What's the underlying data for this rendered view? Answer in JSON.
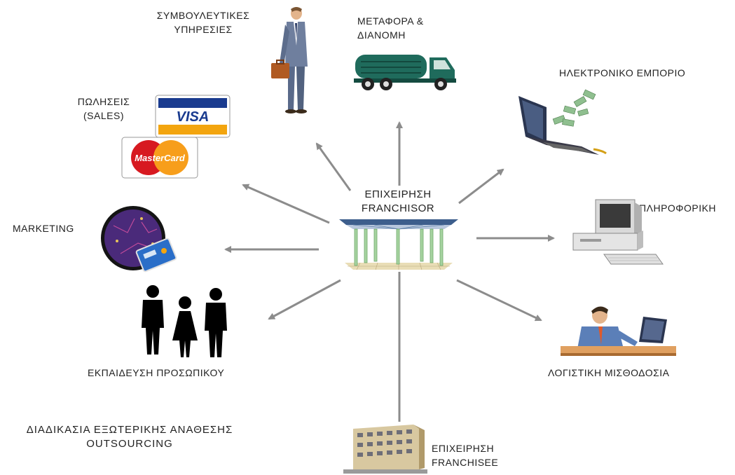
{
  "center": {
    "line1": "ΕΠΙΧΕΙΡΗΣΗ",
    "line2": "FRANCHISOR"
  },
  "nodes": {
    "consulting": {
      "line1": "ΣΥΜΒΟΥΛΕΥΤΙΚΕΣ",
      "line2": "ΥΠΗΡΕΣΙΕΣ"
    },
    "transport": {
      "line1": "ΜΕΤΑΦΟΡΑ &",
      "line2": "ΔΙΑΝΟΜΗ"
    },
    "ecommerce": {
      "label": "ΗΛΕΚΤΡΟΝΙΚΟ ΕΜΠΟΡΙΟ"
    },
    "sales": {
      "line1": "ΠΩΛΗΣΕΙΣ",
      "line2": "(SALES)"
    },
    "it": {
      "label": "ΠΛΗΡΟΦΟΡΙΚΗ"
    },
    "marketing": {
      "label": "MARKETING"
    },
    "training": {
      "label": "ΕΚΠΑΙΔΕΥΣΗ ΠΡΟΣΩΠΙΚΟΥ"
    },
    "payroll": {
      "label": "ΛΟΓΙΣΤΙΚΗ ΜΙΣΘΟΔΟΣΙΑ"
    },
    "franchisee": {
      "line1": "ΕΠΙΧΕΙΡΗΣΗ",
      "line2": "FRANCHISEE"
    }
  },
  "footer": {
    "line1": "ΔΙΑΔΙΚΑΣΙΑ ΕΞΩΤΕΡΙΚΗΣ ΑΝΑΘΕΣΗΣ",
    "line2": "OUTSOURCING"
  },
  "cards": {
    "visa": "VISA",
    "mastercard_left": "Master",
    "mastercard_right": "Card"
  },
  "colors": {
    "arrow": "#8c8c8c",
    "truck": "#1f6b5c",
    "visa_blue": "#1a3b8f",
    "visa_gold": "#f3a50f",
    "mc_red": "#d71920",
    "mc_orange": "#f79e1b"
  },
  "icons": [
    "businessman-icon",
    "truck-icon",
    "laptop-money-icon",
    "credit-cards-icon",
    "computer-icon",
    "marketing-disc-icon",
    "people-icon",
    "accountant-icon",
    "pavilion-icon",
    "building-icon"
  ]
}
